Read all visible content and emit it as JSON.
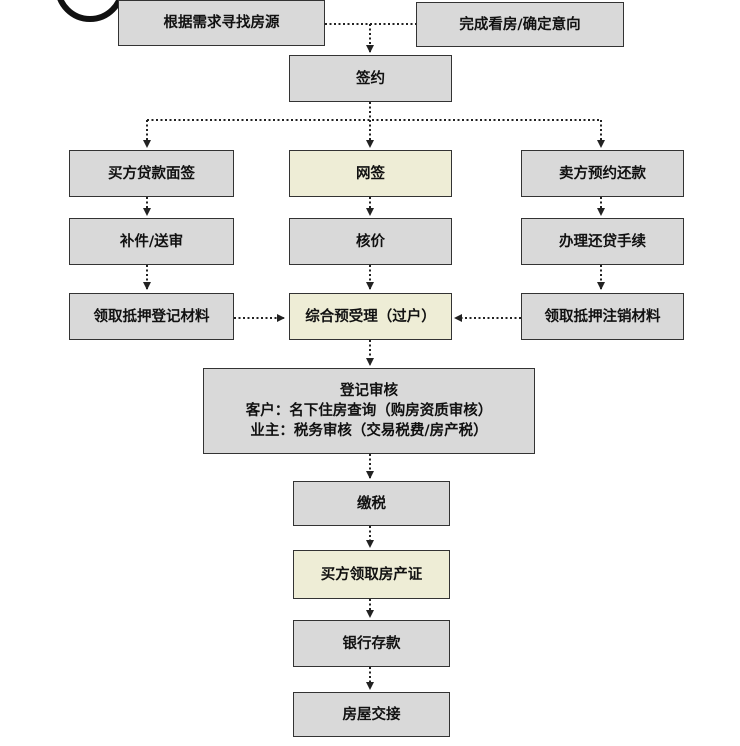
{
  "colors": {
    "box_fill": "#d9d9d9",
    "highlight_fill": "#eeedd6",
    "border": "#333333",
    "connector": "#222222"
  },
  "nodes": {
    "find_property": "根据需求寻找房源",
    "confirm_intent": "完成看房/确定意向",
    "sign": "签约",
    "buyer_loan_sign": "买方贷款面签",
    "online_sign": "网签",
    "seller_repay": "卖方预约还款",
    "supplement_review": "补件/送审",
    "price_check": "核价",
    "repay_procedure": "办理还贷手续",
    "get_mortgage_reg_docs": "领取抵押登记材料",
    "transfer_accept": "综合预受理（过户）",
    "get_mortgage_cancel_docs": "领取抵押注销材料",
    "registration_review": {
      "title": "登记审核",
      "line1": "客户：名下住房查询（购房资质审核）",
      "line2": "业主：税务审核（交易税费/房产税）"
    },
    "pay_tax": "缴税",
    "buyer_get_certificate": "买方领取房产证",
    "bank_deposit": "银行存款",
    "handover": "房屋交接"
  }
}
